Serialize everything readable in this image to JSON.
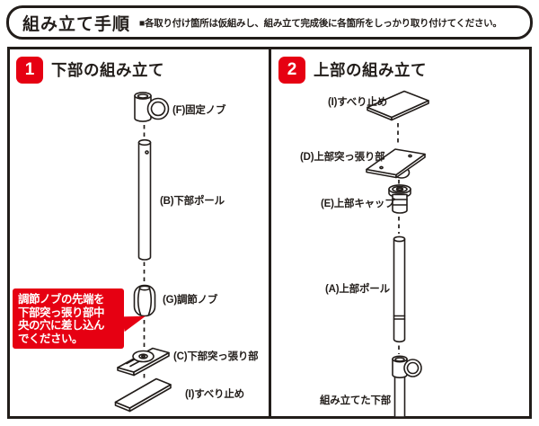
{
  "page": {
    "background": "#ffffff",
    "ink_color": "#221d1a",
    "accent_red": "#e60012"
  },
  "header": {
    "title": "組み立て手順",
    "note": "■各取り付け箇所は仮組みし、組み立て完成後に各箇所をしっかり取り付けてください。"
  },
  "panels": [
    {
      "id": "lower-assembly",
      "step_number": "1",
      "title": "下部の組み立て",
      "parts": [
        {
          "label": "(F)固定ノブ"
        },
        {
          "label": "(B)下部ポール"
        },
        {
          "label": "(G)調節ノブ"
        },
        {
          "label": "(C)下部突っ張り部"
        },
        {
          "label": "(I)すべり止め"
        }
      ],
      "callout": {
        "lines": [
          "調節ノブの先端を",
          "下部突っ張り部中",
          "央の穴に差し込ん",
          "でください。"
        ]
      }
    },
    {
      "id": "upper-assembly",
      "step_number": "2",
      "title": "上部の組み立て",
      "parts": [
        {
          "label": "(I)すべり止め"
        },
        {
          "label": "(D)上部突っ張り部"
        },
        {
          "label": "(E)上部キャップ"
        },
        {
          "label": "(A)上部ポール"
        },
        {
          "label": "組み立てた下部"
        }
      ]
    }
  ]
}
